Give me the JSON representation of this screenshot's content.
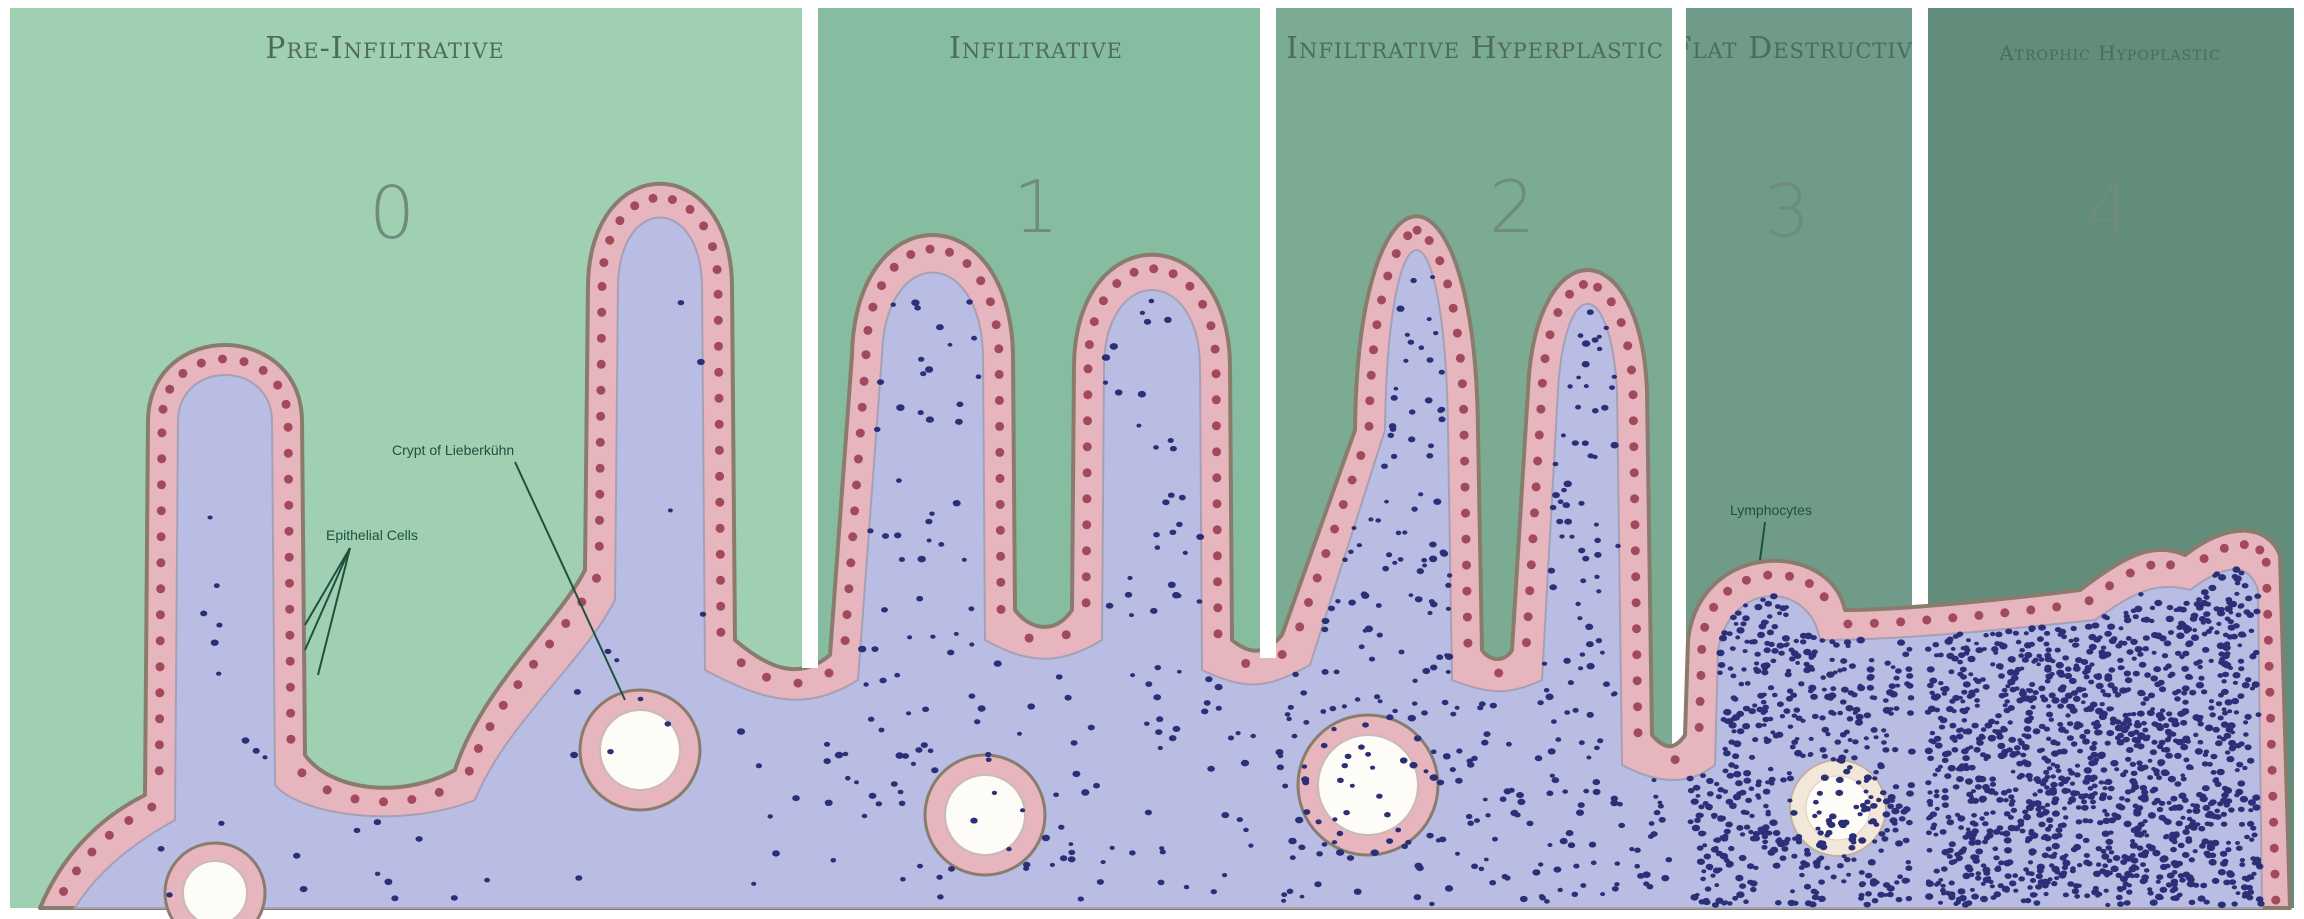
{
  "stages": [
    {
      "title": "Pre-Infiltrative",
      "number": "0",
      "color": "#9fd0b2"
    },
    {
      "title": "Infiltrative",
      "number": "1",
      "color": "#86bda0"
    },
    {
      "title": "Infiltrative Hyperplastic",
      "number": "2",
      "color": "#7cab94"
    },
    {
      "title": "Flat Destructive",
      "number": "3",
      "color": "#6f9b88"
    },
    {
      "title": "Atrophic Hypoplastic",
      "number": "4",
      "color": "#628d7b"
    }
  ],
  "annotations": {
    "epithelial_cells": "Epithelial Cells",
    "crypt": "Crypt of Lieberkühn",
    "lymphocytes": "Lymphocytes"
  },
  "colors": {
    "tissue": "#b9bde3",
    "epithelium": "#e6b5bd",
    "outline": "#8a7c6c",
    "nucleus": "#a24a5c",
    "lymphocyte": "#2b2f78",
    "crypt_lumen": "#fdfcf7"
  }
}
